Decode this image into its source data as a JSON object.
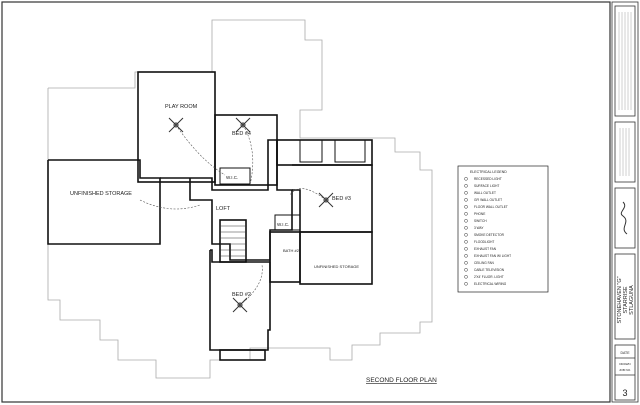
{
  "plan": {
    "title": "SECOND FLOOR PLAN",
    "rooms": {
      "play_room": "PLAY ROOM",
      "bed4": "BED #4",
      "bed3": "BED #3",
      "bed2": "BED #2",
      "bath": "BATH #2",
      "loft": "LOFT",
      "wic1": "W.I.C.",
      "wic2": "W.I.C.",
      "unfinished_storage_left": "UNFINISHED STORAGE",
      "unfinished_storage_right": "UNFINISHED STORAGE"
    }
  },
  "legend": {
    "title": "ELECTRICAL LEGEND",
    "items": [
      "RECESSED LIGHT",
      "SURFACE LIGHT",
      "WALL OUTLET",
      "GFI WALL OUTLET",
      "FLOOR WALL OUTLET",
      "PHONE",
      "SWITCH",
      "3 WAY",
      "SMOKE DETECTOR",
      "FLOODLIGHT",
      "EXHAUST FAN",
      "EXHAUST FAN W/ LIGHT",
      "CEILING FAN",
      "CABLE TELEVISION",
      "2'X4' FLUOR. LIGHT",
      "ELECTRICAL WIRING"
    ]
  },
  "title_block": {
    "project_name": "STONEHAVEN \"G\"",
    "developer": "STARRISE",
    "location": "STLAGUNA",
    "date_label": "DATE",
    "drawn_label": "DRAWN",
    "job_label": "JOB NO.",
    "sheet_number": "3"
  }
}
